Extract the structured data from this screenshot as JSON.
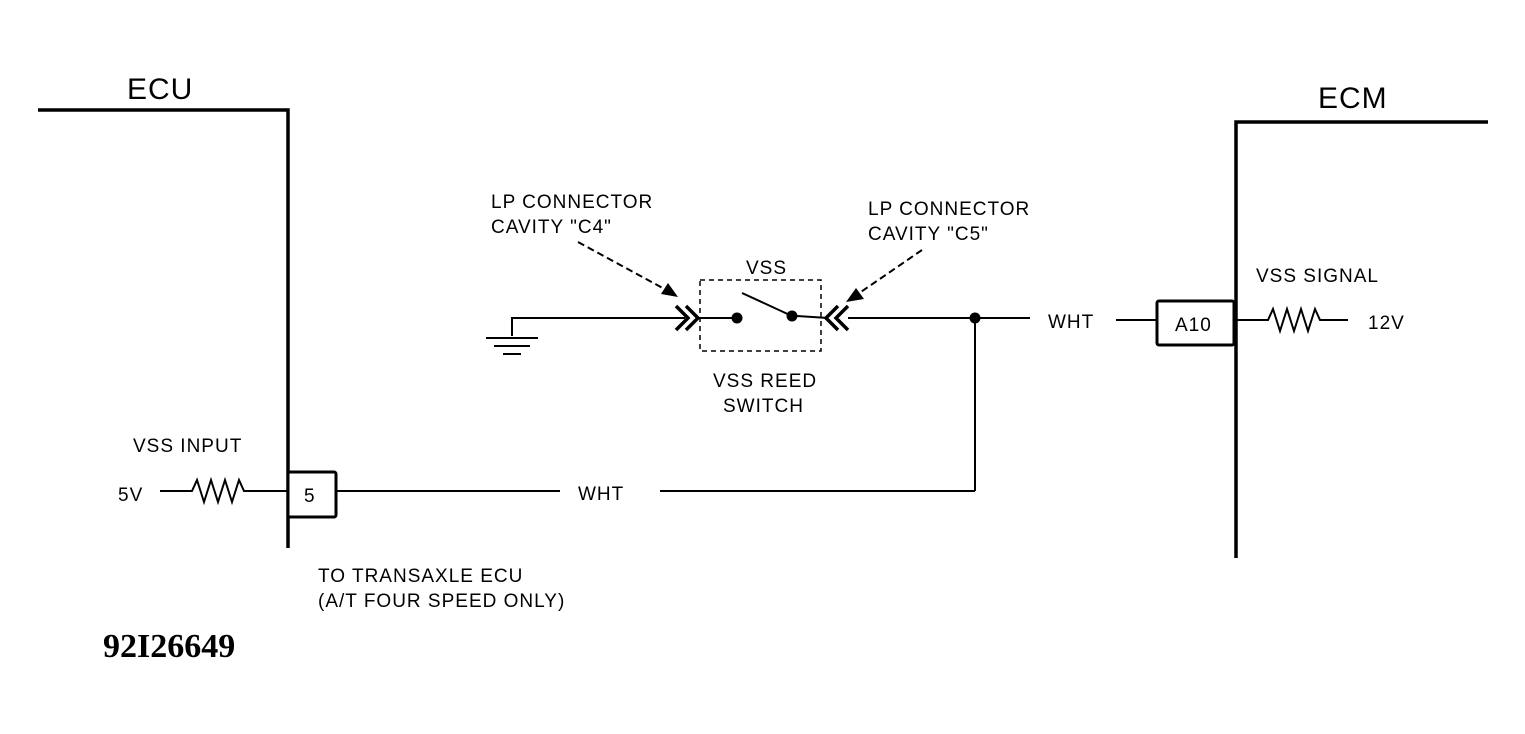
{
  "diagram": {
    "left_module": {
      "title": "ECU"
    },
    "right_module": {
      "title": "ECM"
    },
    "connector_c4": {
      "line1": "LP CONNECTOR",
      "line2": "CAVITY \"C4\""
    },
    "connector_c5": {
      "line1": "LP CONNECTOR",
      "line2": "CAVITY \"C5\""
    },
    "vss_switch": {
      "label": "VSS",
      "caption_line1": "VSS REED",
      "caption_line2": "SWITCH"
    },
    "upper_wire": {
      "color": "WHT"
    },
    "lower_wire": {
      "color": "WHT"
    },
    "ecm_pin": {
      "label": "A10"
    },
    "ecm_signal": {
      "label": "VSS SIGNAL",
      "voltage": "12V"
    },
    "ecu_pin": {
      "label": "5"
    },
    "ecu_input": {
      "label": "VSS INPUT",
      "voltage": "5V"
    },
    "note": {
      "line1": "TO TRANSAXLE ECU",
      "line2": "(A/T FOUR SPEED ONLY)"
    },
    "figure_id": "92I26649"
  }
}
